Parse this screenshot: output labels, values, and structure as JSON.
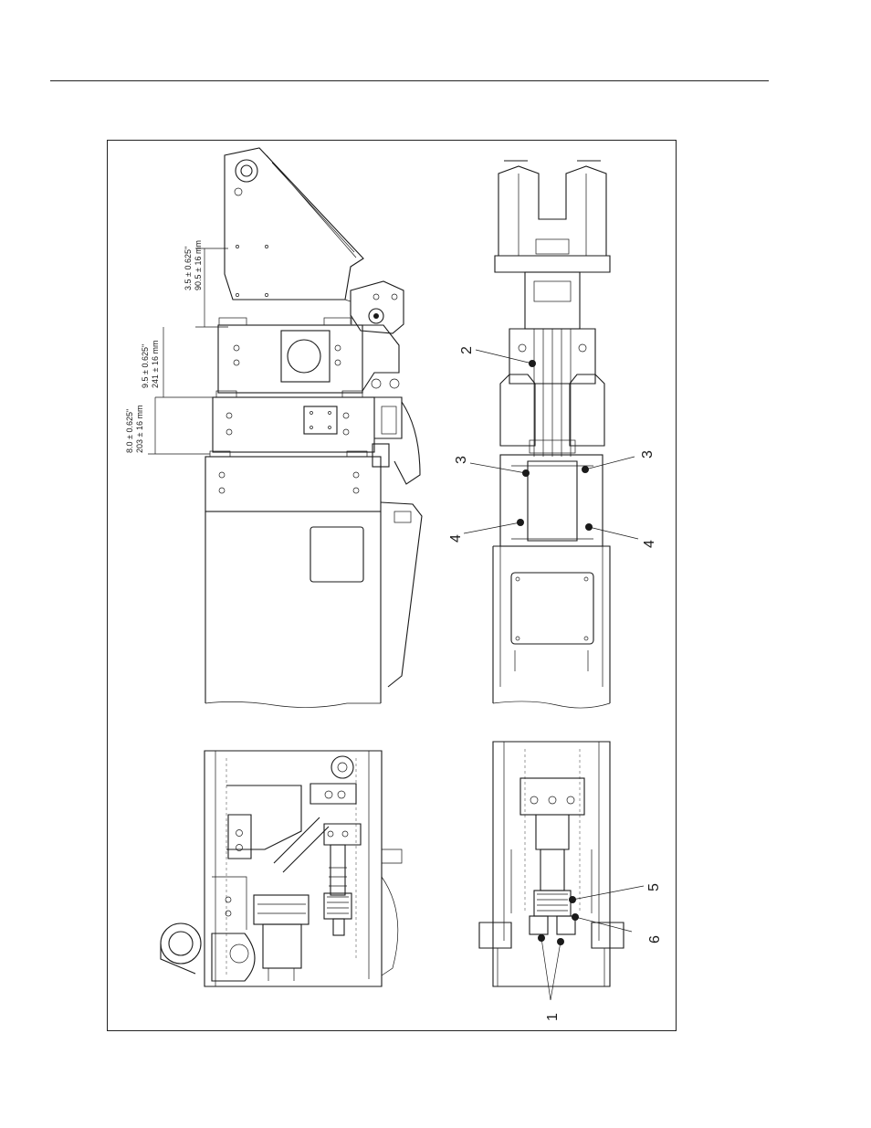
{
  "dimensions": [
    {
      "inches": "3.5 ± 0.625\"",
      "mm": "90.5 ± 16 mm"
    },
    {
      "inches": "9.5 ± 0.625\"",
      "mm": "241 ± 16 mm"
    },
    {
      "inches": "8.0 ± 0.625\"",
      "mm": "203 ± 16 mm"
    }
  ],
  "callouts": {
    "c1": "1",
    "c2": "2",
    "c3a": "3",
    "c3b": "3",
    "c4a": "4",
    "c4b": "4",
    "c5": "5",
    "c6": "6"
  }
}
